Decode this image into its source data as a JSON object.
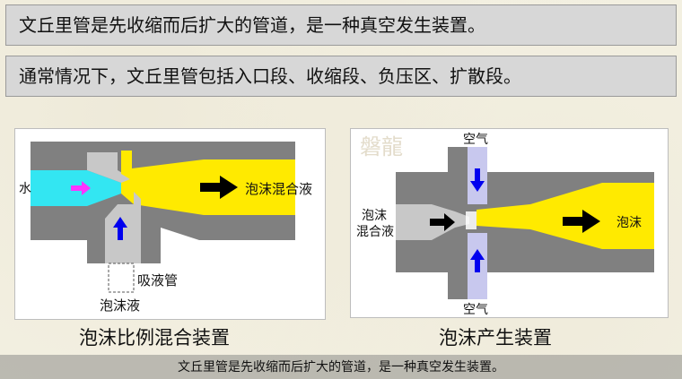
{
  "header": {
    "line1": "文丘里管是先收缩而后扩大的管道，是一种真空发生装置。",
    "line2": "通常情况下，文丘里管包括入口段、收缩段、负压区、扩散段。"
  },
  "left_diagram": {
    "water_label": "水",
    "mix_label": "泡沫混合液",
    "suction_label": "吸液管",
    "foam_label": "泡沫液",
    "caption": "泡沫比例混合装置"
  },
  "right_diagram": {
    "watermark": "磐龍",
    "air_top_label": "空气",
    "air_bottom_label": "空气",
    "mix_label_line1": "泡沫",
    "mix_label_line2": "混合液",
    "foam_label": "泡沫",
    "caption": "泡沫产生装置"
  },
  "subtitle": "文丘里管是先收缩而后扩大的管道，是一种真空发生装置。",
  "colors": {
    "body_gray": "#808080",
    "yellow": "#ffea00",
    "cyan": "#33e6f2",
    "light_gray": "#c8c8c8",
    "lavender": "#c8c8ee",
    "arrow_magenta": "#ff33ff",
    "arrow_blue": "#0000ee"
  }
}
